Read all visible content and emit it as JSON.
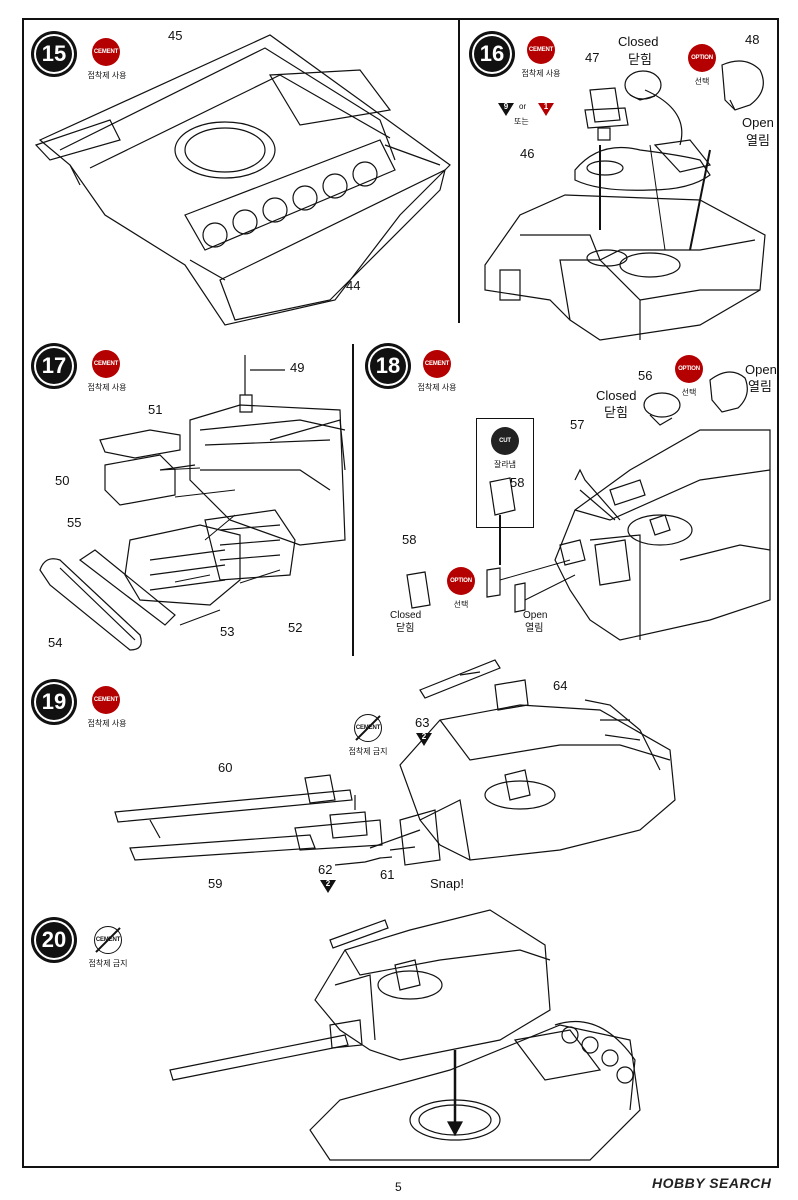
{
  "page_number": "5",
  "watermark": "HOBBY SEARCH",
  "badges": {
    "cement": "CEMENT",
    "option": "OPTION",
    "cut": "CUT"
  },
  "notes": {
    "cement_use": "접착제 사용",
    "no_cement": "접착제 금지",
    "option_choice": "선택",
    "cut": "잘라냄",
    "or_en": "or",
    "or_kr": "또는"
  },
  "steps": [
    {
      "number": "15",
      "parts": [
        "45",
        "44"
      ]
    },
    {
      "number": "16",
      "parts": [
        "47",
        "46",
        "48"
      ],
      "closed_en": "Closed",
      "closed_kr": "닫힘",
      "open_en": "Open",
      "open_kr": "열림",
      "ref_a": "9",
      "ref_b": "1"
    },
    {
      "number": "17",
      "parts": [
        "49",
        "51",
        "50",
        "55",
        "54",
        "53",
        "52"
      ]
    },
    {
      "number": "18",
      "parts": [
        "56",
        "57",
        "58",
        "58"
      ],
      "closed_en": "Closed",
      "closed_kr": "닫힘",
      "open_en": "Open",
      "open_kr": "열림",
      "closed_sm_en": "Closed",
      "closed_sm_kr": "닫힘",
      "open_sm_en": "Open",
      "open_sm_kr": "열림"
    },
    {
      "number": "19",
      "parts": [
        "60",
        "59",
        "62",
        "61",
        "63",
        "64"
      ],
      "ref_62": "2",
      "ref_63": "2",
      "snap": "Snap!"
    },
    {
      "number": "20"
    }
  ]
}
